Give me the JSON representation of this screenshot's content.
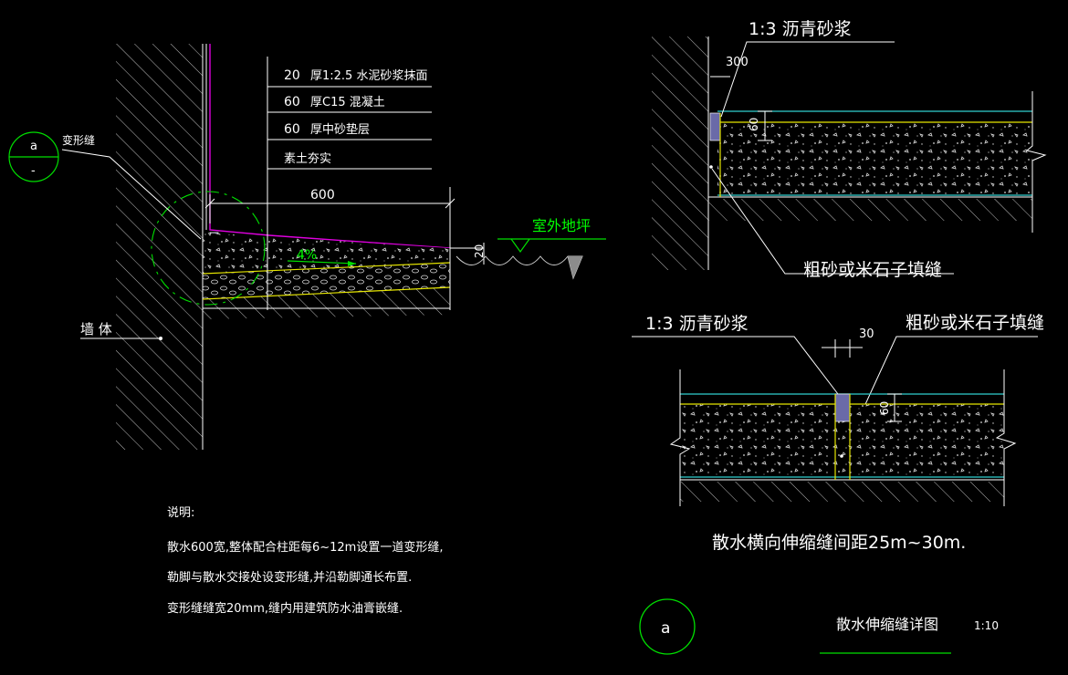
{
  "left_detail": {
    "layers": [
      {
        "thickness": "20",
        "desc": "厚1:2.5   水泥砂浆抹面"
      },
      {
        "thickness": "60",
        "desc": "厚C15   混凝土"
      },
      {
        "thickness": "60",
        "desc": "厚中砂垫层"
      },
      {
        "thickness": "",
        "desc": "素土夯实"
      }
    ],
    "width_dim": "600",
    "slope": "4%",
    "height_dim": "20",
    "outdoor_ground": "室外地坪",
    "joint_label": "变形缝",
    "wall_label": "墙    体",
    "index_circle": {
      "top": "a",
      "bottom": "-"
    }
  },
  "right_top": {
    "mortar_label": "1:3 沥青砂浆",
    "dim_width": "300",
    "dim_depth": "60",
    "fill_label": "粗砂或米石子填缝"
  },
  "right_bottom": {
    "mortar_label": "1:3 沥青砂浆",
    "fill_label": "粗砂或米石子填缝",
    "dim_width": "30",
    "dim_depth": "60",
    "spacing_note": "散水横向伸缩缝间距25m~30m."
  },
  "notes": {
    "heading": "说明:",
    "lines": [
      "散水600宽,整体配合柱距每6~12m设置一道变形缝,",
      "勒脚与散水交接处设变形缝,并沿勒脚通长布置.",
      "变形缝缝宽20mm,缝内用建筑防水油膏嵌缝."
    ]
  },
  "title_block": {
    "index": "a",
    "title": "散水伸缩缝详图",
    "scale": "1:10"
  },
  "colors": {
    "background": "#000000",
    "text": "#ffffff",
    "green": "#00e000",
    "yellow": "#e6e600",
    "cyan": "#30d0d0",
    "magenta": "#e000e0"
  }
}
